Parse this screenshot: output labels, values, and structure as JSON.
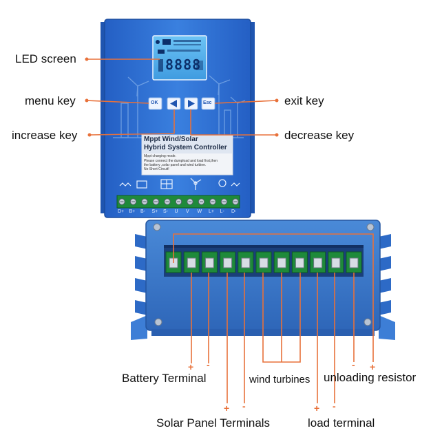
{
  "labels": {
    "led_screen": "LED screen",
    "menu_key": "menu key",
    "increase_key": "increase key",
    "exit_key": "exit key",
    "decrease_key": "decrease key",
    "battery_terminal": "Battery Terminal",
    "wind_turbines": "wind turbines",
    "unloading_resistor": "unloading resistor",
    "solar_panel_terminals": "Solar Panel Terminals",
    "load_terminal": "load terminal"
  },
  "device": {
    "title_line1": "Mppt Wind/Solar",
    "title_line2": "Hybrid System Controller",
    "mode": "Mppt charging mode.",
    "note1": "Please connect the dumpload and load first,then",
    "note2": "the battery ,solar panel and wind turbine.",
    "note3": "No Short Circuit!",
    "keys": {
      "ok": "OK",
      "esc": "Esc"
    },
    "lcd_digits": "8888",
    "terminals": [
      "D+",
      "B+",
      "B-",
      "S+",
      "S-",
      "U",
      "V",
      "W",
      "L+",
      "L-",
      "D-"
    ]
  },
  "polarity": {
    "plus": "+",
    "minus": "-"
  },
  "colors": {
    "casing": "#2f6fd0",
    "leader_line": "#e8713a",
    "terminal_green": "#1e8a3a",
    "lcd": "#58b4f0"
  }
}
